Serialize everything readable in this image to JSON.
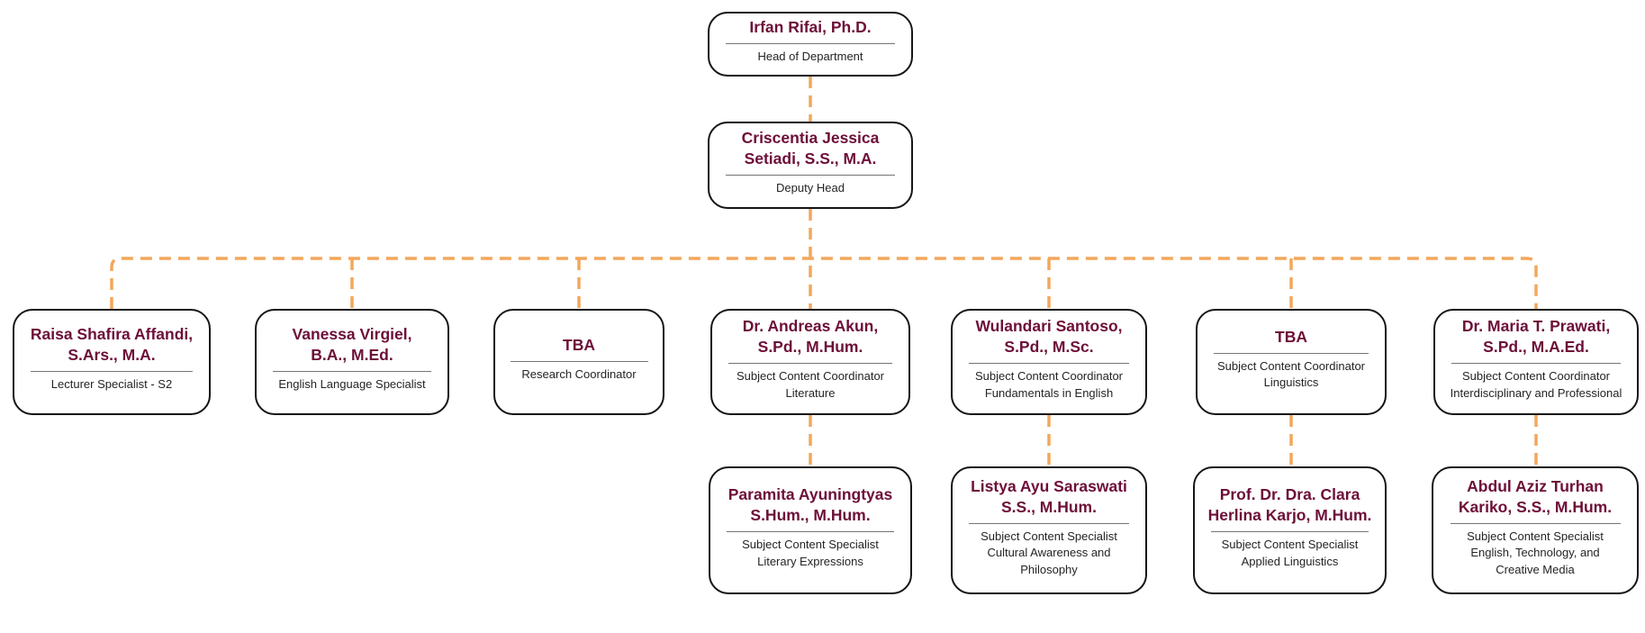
{
  "colors": {
    "connector_orange": "#F3A75B",
    "name_maroon": "#6D0F38",
    "role_text": "#242424",
    "node_border": "#151515",
    "background": "#FFFFFF"
  },
  "org_chart": {
    "nodes": [
      {
        "id": "head-of-department",
        "name": "Irfan Rifai, Ph.D.",
        "role": "Head of Department"
      },
      {
        "id": "deputy-head",
        "name": "Criscentia Jessica\nSetiadi, S.S., M.A.",
        "role": "Deputy Head"
      },
      {
        "id": "lecturer-specialist-s2",
        "name": "Raisa Shafira Affandi,\nS.Ars., M.A.",
        "role": "Lecturer Specialist - S2"
      },
      {
        "id": "english-language-specialist",
        "name": "Vanessa Virgiel,\nB.A., M.Ed.",
        "role": "English Language Specialist"
      },
      {
        "id": "research-coordinator",
        "name": "TBA",
        "role": "Research Coordinator"
      },
      {
        "id": "coordinator-literature",
        "name": "Dr. Andreas Akun,\nS.Pd., M.Hum.",
        "role": "Subject Content Coordinator\nLiterature"
      },
      {
        "id": "coordinator-fundamentals-in-english",
        "name": "Wulandari Santoso,\nS.Pd., M.Sc.",
        "role": "Subject Content Coordinator\nFundamentals in English"
      },
      {
        "id": "coordinator-linguistics",
        "name": "TBA",
        "role": "Subject Content Coordinator\nLinguistics"
      },
      {
        "id": "coordinator-interdisciplinary-and-professional",
        "name": "Dr. Maria T. Prawati,\nS.Pd., M.A.Ed.",
        "role": "Subject Content Coordinator\nInterdisciplinary and Professional"
      },
      {
        "id": "specialist-literary-expressions",
        "name": "Paramita Ayuningtyas\nS.Hum., M.Hum.",
        "role": "Subject Content Specialist\nLiterary Expressions"
      },
      {
        "id": "specialist-cultural-awareness-and-philosophy",
        "name": "Listya Ayu Saraswati\nS.S., M.Hum.",
        "role": "Subject Content Specialist\nCultural Awareness and\nPhilosophy"
      },
      {
        "id": "specialist-applied-linguistics",
        "name": "Prof. Dr. Dra. Clara\nHerlina Karjo, M.Hum.",
        "role": "Subject Content Specialist\nApplied Linguistics"
      },
      {
        "id": "specialist-english-technology-creative-media",
        "name": "Abdul Aziz Turhan\nKariko, S.S., M.Hum.",
        "role": "Subject Content Specialist\nEnglish, Technology, and\nCreative Media"
      }
    ],
    "edges": [
      [
        0,
        1
      ],
      [
        1,
        2
      ],
      [
        1,
        3
      ],
      [
        1,
        4
      ],
      [
        1,
        5
      ],
      [
        1,
        6
      ],
      [
        1,
        7
      ],
      [
        1,
        8
      ],
      [
        5,
        9
      ],
      [
        6,
        10
      ],
      [
        7,
        11
      ],
      [
        8,
        12
      ]
    ]
  }
}
